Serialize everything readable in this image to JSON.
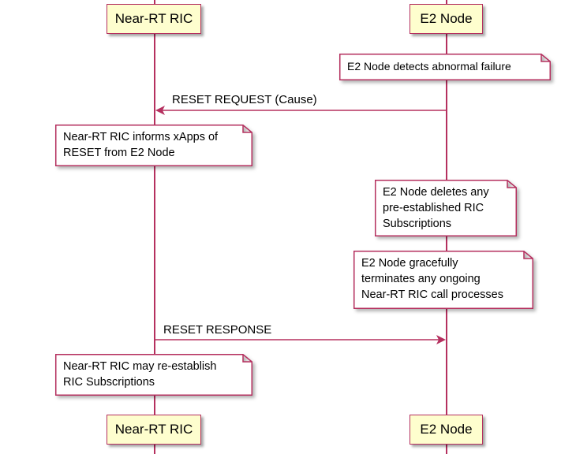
{
  "participants": {
    "left": "Near-RT RIC",
    "right": "E2 Node"
  },
  "notes": {
    "detects_failure": "E2 Node detects abnormal failure",
    "informs_xapps": "Near-RT RIC informs xApps of\nRESET from E2 Node",
    "deletes_subscriptions": "E2 Node deletes any\npre-established RIC\nSubscriptions",
    "terminates_processes": "E2 Node gracefully\nterminates any ongoing\nNear-RT RIC call processes",
    "reestablish": "Near-RT RIC may re-establish\nRIC Subscriptions"
  },
  "messages": {
    "reset_request": "RESET REQUEST (Cause)",
    "reset_response": "RESET RESPONSE"
  },
  "colors": {
    "line": "#b5305f",
    "participant_fill": "#fefece",
    "note_fill": "#ffffff"
  }
}
